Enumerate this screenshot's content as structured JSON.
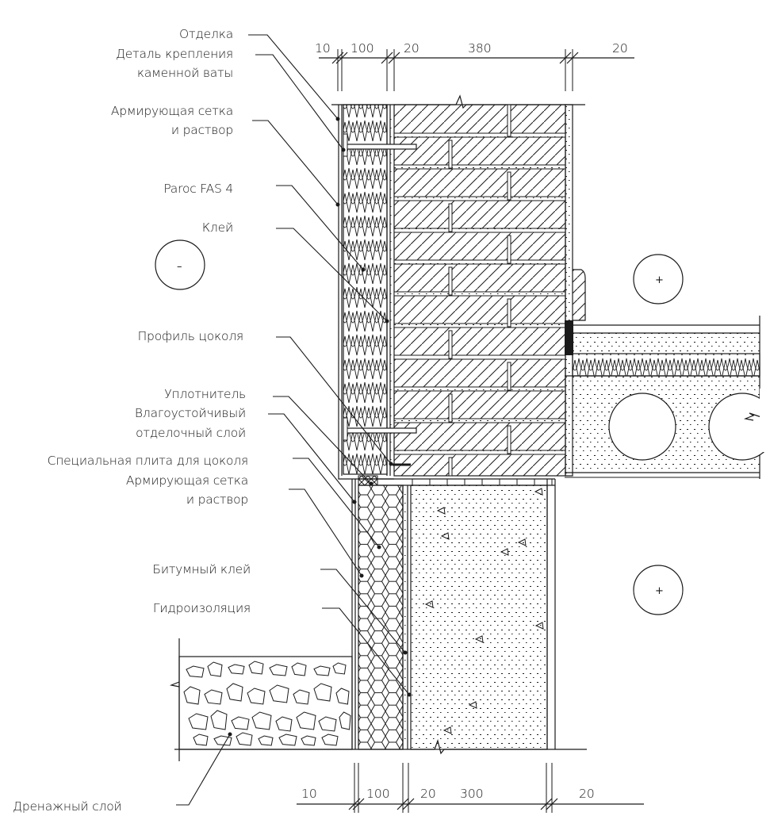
{
  "title": "Узел цоколя: утепление фасада Paroc FAS 4",
  "labels": {
    "finish": "Отделка",
    "fastener_line1": "Деталь крепления",
    "fastener_line2": "каменной ваты",
    "mesh_top_line1": "Армирующая сетка",
    "mesh_top_line2": "и раствор",
    "insulation": "Paroc FAS 4",
    "glue": "Клей",
    "plinth_profile": "Профиль цоколя",
    "sealant": "Уплотнитель",
    "moisture_line1": "Влагоустойчивый",
    "moisture_line2": "отделочный слой",
    "plinth_board": "Специальная плита для цоколя",
    "mesh_bottom_line1": "Армирующая сетка",
    "mesh_bottom_line2": "и раствор",
    "bitumen_glue": "Битумный клей",
    "waterproofing": "Гидроизоляция",
    "drainage": "Дренажный слой"
  },
  "dimensions_top": [
    "10",
    "100",
    "20",
    "380",
    "20"
  ],
  "dimensions_bottom": [
    "10",
    "100",
    "20",
    "300",
    "20"
  ],
  "zones": {
    "outside": "–",
    "inside_upper": "+",
    "inside_lower": "+"
  },
  "colors": {
    "line": "#1a1a1a",
    "background": "#ffffff"
  }
}
